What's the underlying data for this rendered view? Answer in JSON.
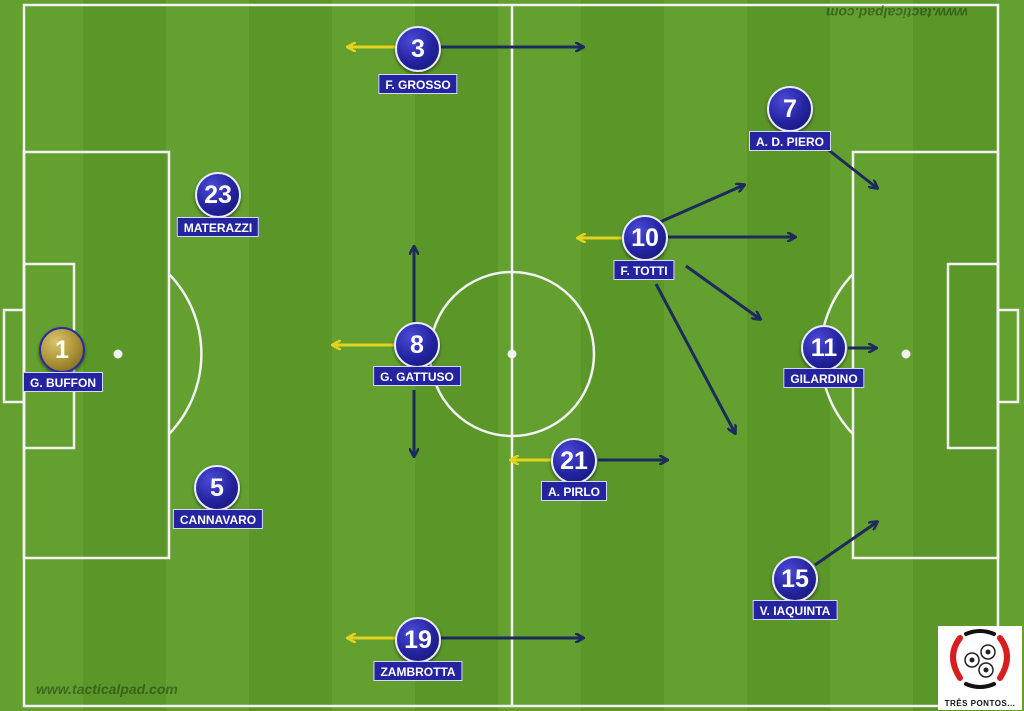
{
  "watermark_top": "www.tacticalpad.com",
  "watermark_bottom": "www.tacticalpad.com",
  "logo": {
    "text": "TRÊS PONTOS..."
  },
  "colors": {
    "grass_light": "#5f9a2c",
    "grass_dark": "#4f8a22",
    "player_disc": "#23239e",
    "goalkeeper_disc": "#a88f33",
    "label_bg": "#2424a0",
    "move_arrow": "#1d2a5c",
    "back_arrow": "#e3d21e"
  },
  "players": [
    {
      "id": "p1",
      "number": "1",
      "name": "G. BUFFON",
      "goalkeeper": true
    },
    {
      "id": "p23",
      "number": "23",
      "name": "MATERAZZI"
    },
    {
      "id": "p5",
      "number": "5",
      "name": "CANNAVARO"
    },
    {
      "id": "p3",
      "number": "3",
      "name": "F. GROSSO"
    },
    {
      "id": "p19",
      "number": "19",
      "name": "ZAMBROTTA"
    },
    {
      "id": "p8",
      "number": "8",
      "name": "G. GATTUSO"
    },
    {
      "id": "p21",
      "number": "21",
      "name": "A. PIRLO"
    },
    {
      "id": "p10",
      "number": "10",
      "name": "F. TOTTI"
    },
    {
      "id": "p7",
      "number": "7",
      "name": "A. D. PIERO"
    },
    {
      "id": "p11",
      "number": "11",
      "name": "GILARDINO"
    },
    {
      "id": "p15",
      "number": "15",
      "name": "V. IAQUINTA"
    }
  ]
}
